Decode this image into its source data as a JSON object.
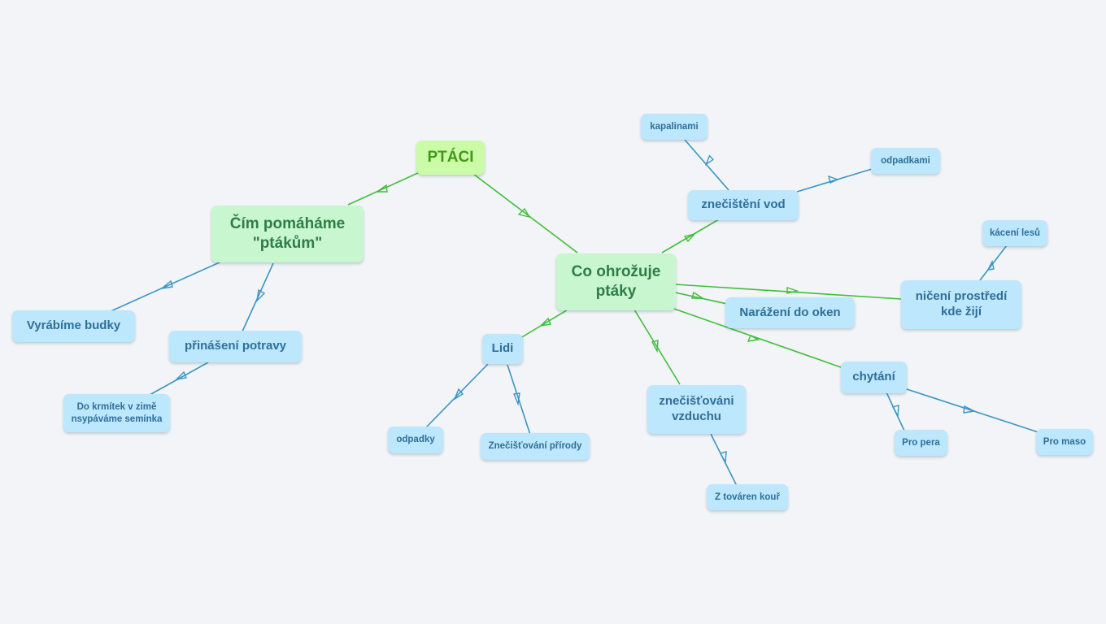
{
  "colors": {
    "background": "#f2f4f7",
    "green_edge": "#3fbf3a",
    "blue_edge": "#3a95c6",
    "root_fill": "#ccfba8",
    "green_fill": "#c7f6cf",
    "blue_fill": "#bde7fd"
  },
  "nodes": {
    "root": "PTÁCI",
    "help": "Čím pomáháme\n\"ptákům\"",
    "threat": "Co ohrožuje\nptáky",
    "budky": "Vyrábíme budky",
    "potravy": "přinášení potravy",
    "krmitek": "Do krmítek v zimě\nnsypáváme semínka",
    "lidi": "Lidi",
    "odpadky": "odpadky",
    "priroda": "Znečišťování přírody",
    "vod": "znečištění vod",
    "kapalinami": "kapalinami",
    "odpadkami": "odpadkami",
    "okna": "Narážení do oken",
    "niceni": "ničení prostředí\nkde žijí",
    "kaceni": "kácení lesů",
    "vzduch": "znečišťováni\nvzduchu",
    "tovaren": "Z továren kouř",
    "chytani": "chytání",
    "pera": "Pro pera",
    "maso": "Pro maso"
  }
}
